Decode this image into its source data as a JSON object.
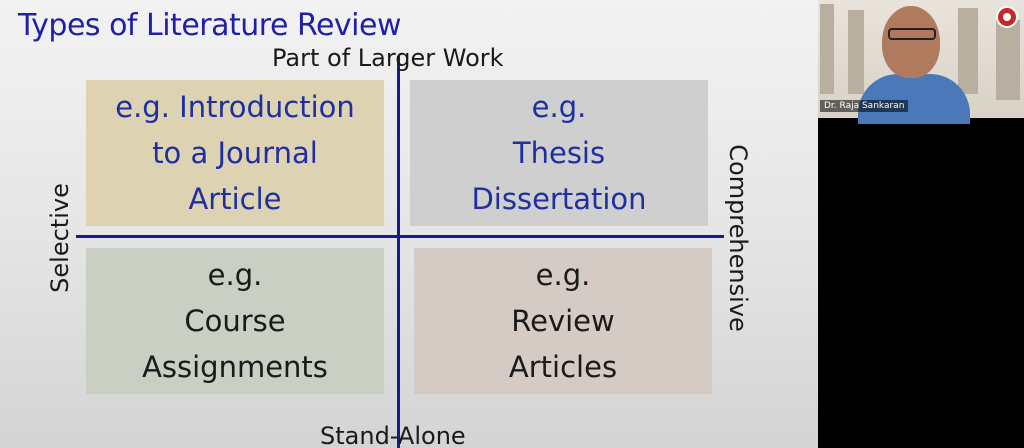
{
  "slide": {
    "title": "Types of Literature Review",
    "axes": {
      "top": "Part of Larger Work",
      "bottom": "Stand-Alone",
      "left": "Selective",
      "right": "Comprehensive"
    },
    "quadrants": {
      "top_left": "e.g. Introduction\nto a Journal\nArticle",
      "top_right": "e.g.\nThesis\nDissertation",
      "bottom_left": "e.g.\nCourse\nAssignments",
      "bottom_right": "e.g.\nReview\nArticles"
    },
    "colors": {
      "title": "#1f1fa8",
      "axis_lines": "#1a1a8c",
      "top_left_fill": "#ddd3b3",
      "top_right_fill": "#cfcfcf",
      "bottom_left_fill": "#c9cfc3",
      "bottom_right_fill": "#d4ccc4"
    }
  },
  "video": {
    "participant_name": "Dr. Raja Sankaran"
  }
}
